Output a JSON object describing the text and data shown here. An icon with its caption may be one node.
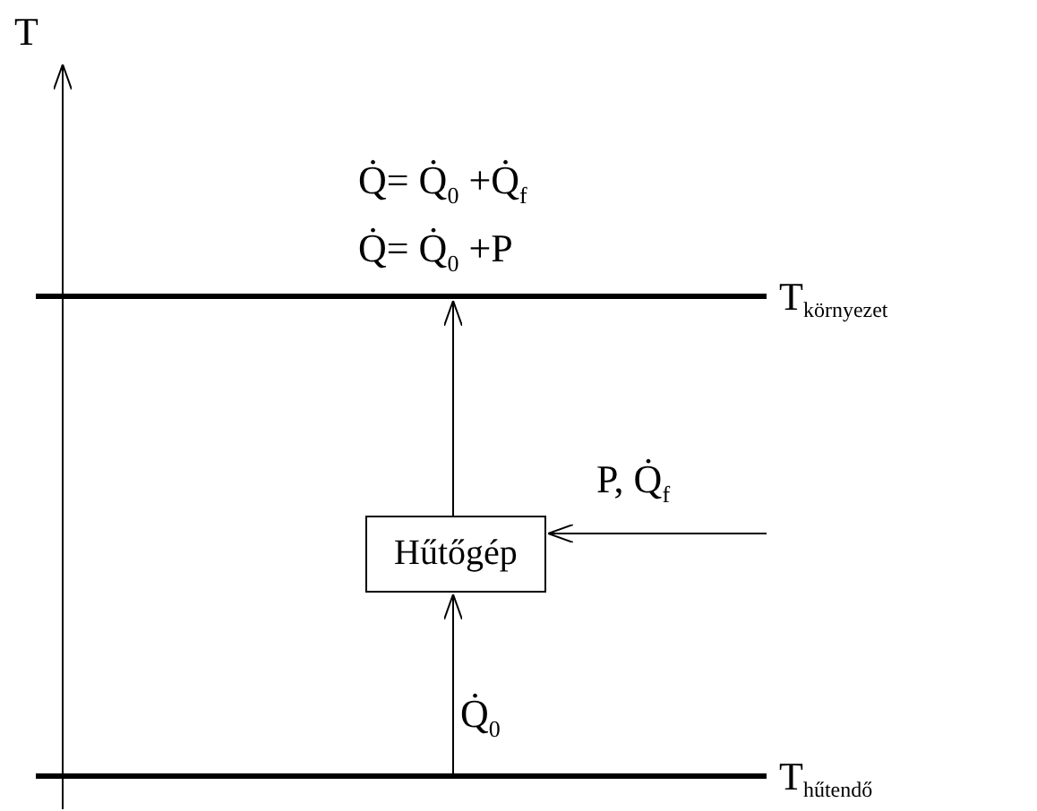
{
  "diagram": {
    "nodes": [
      {
        "text": [
          "T$_{környezet}$"
        ]
      },
      {
        "text": [
          "Hűtőgép"
        ]
      },
      {
        "text": [
          "T$_{hűtendő}$"
        ]
      }
    ],
    "edges": [
      {
        "from": 2,
        "to": 1,
        "arrow": "to",
        "label": "Q̇$_{0}$"
      },
      {
        "from": 1,
        "to": 0,
        "arrow": "to"
      },
      {
        "from": null,
        "to": 1,
        "arrow": "to",
        "label": "P, Q̇$_{f}$"
      }
    ],
    "labels": [
      "T",
      "Q̇= Q̇$_{0}$ +Q̇$_{f}$",
      "Q̇= Q̇$_{0}$ +P"
    ]
  }
}
